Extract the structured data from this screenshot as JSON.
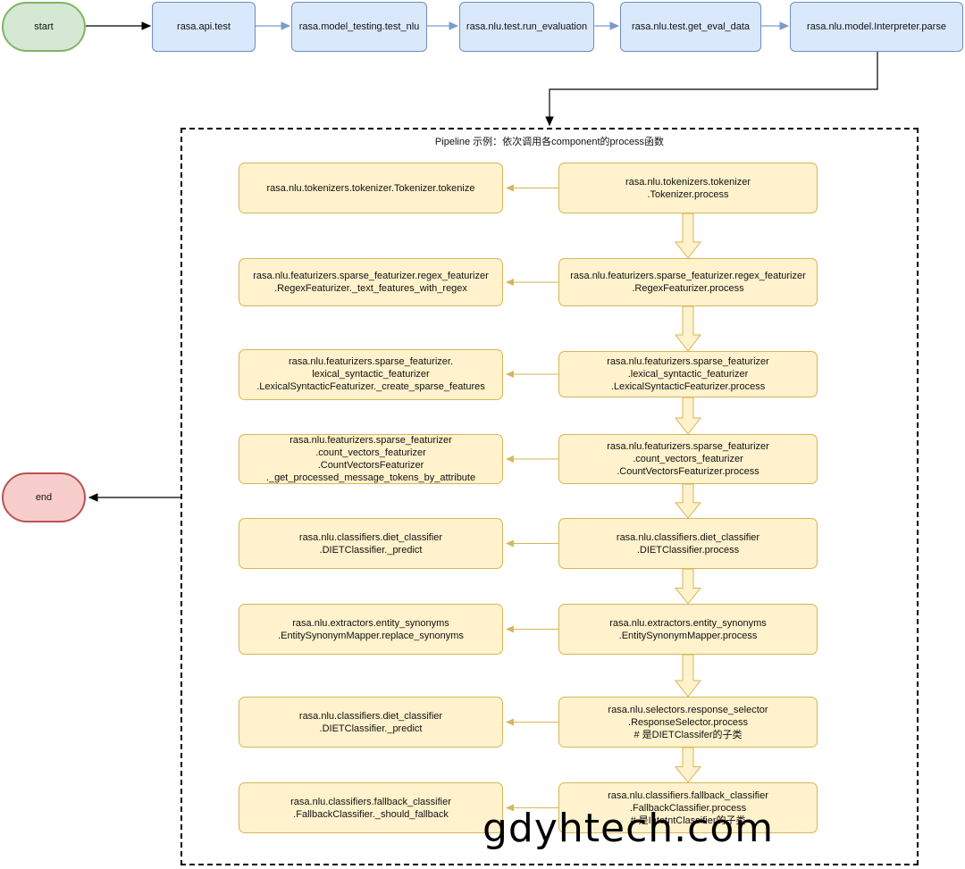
{
  "top_flow": {
    "start": "start",
    "steps": [
      "rasa.api.test",
      "rasa.model_testing.test_nlu",
      "rasa.nlu.test.run_evaluation",
      "rasa.nlu.test.get_eval_data",
      "rasa.nlu.model.Interpreter.parse"
    ]
  },
  "pipeline": {
    "title": "Pipeline 示例：依次调用各component的process函数",
    "rows": [
      {
        "process": [
          "rasa.nlu.tokenizers.tokenizer",
          ".Tokenizer.process"
        ],
        "detail": [
          "rasa.nlu.tokenizers.tokenizer.Tokenizer.tokenize"
        ]
      },
      {
        "process": [
          "rasa.nlu.featurizers.sparse_featurizer.regex_featurizer",
          ".RegexFeaturizer.process"
        ],
        "detail": [
          "rasa.nlu.featurizers.sparse_featurizer.regex_featurizer",
          ".RegexFeaturizer._text_features_with_regex"
        ]
      },
      {
        "process": [
          "rasa.nlu.featurizers.sparse_featurizer",
          ".lexical_syntactic_featurizer",
          ".LexicalSyntacticFeaturizer.process"
        ],
        "detail": [
          "rasa.nlu.featurizers.sparse_featurizer.",
          "lexical_syntactic_featurizer",
          ".LexicalSyntacticFeaturizer._create_sparse_features"
        ]
      },
      {
        "process": [
          "rasa.nlu.featurizers.sparse_featurizer",
          ".count_vectors_featurizer",
          ".CountVectorsFeaturizer.process"
        ],
        "detail": [
          "rasa.nlu.featurizers.sparse_featurizer",
          ".count_vectors_featurizer",
          ".CountVectorsFeaturizer",
          "._get_processed_message_tokens_by_attribute"
        ]
      },
      {
        "process": [
          "rasa.nlu.classifiers.diet_classifier",
          ".DIETClassifier.process"
        ],
        "detail": [
          "rasa.nlu.classifiers.diet_classifier",
          ".DIETClassifier._predict"
        ]
      },
      {
        "process": [
          "rasa.nlu.extractors.entity_synonyms",
          ".EntitySynonymMapper.process"
        ],
        "detail": [
          "rasa.nlu.extractors.entity_synonyms",
          ".EntitySynonymMapper.replace_synonyms"
        ]
      },
      {
        "process": [
          "rasa.nlu.selectors.response_selector",
          ".ResponseSelector.process",
          "# 是DIETClassifer的子类"
        ],
        "detail": [
          "rasa.nlu.classifiers.diet_classifier",
          ".DIETClassifier._predict"
        ]
      },
      {
        "process": [
          "rasa.nlu.classifiers.fallback_classifier",
          ".FallbackClassifier.process",
          "# 是IntetntClassifier的子类"
        ],
        "detail": [
          "rasa.nlu.classifiers.fallback_classifier",
          ".FallbackClassifier._should_fallback"
        ]
      }
    ]
  },
  "end": "end",
  "watermark": "gdyhtech.com",
  "colors": {
    "start_fill": "#d5e8d4",
    "start_stroke": "#82b366",
    "end_fill": "#f8cecc",
    "end_stroke": "#b85450",
    "flow_fill": "#dae8fc",
    "flow_stroke": "#6c8ebf",
    "step_fill": "#fff2cc",
    "step_stroke": "#d6b656"
  }
}
